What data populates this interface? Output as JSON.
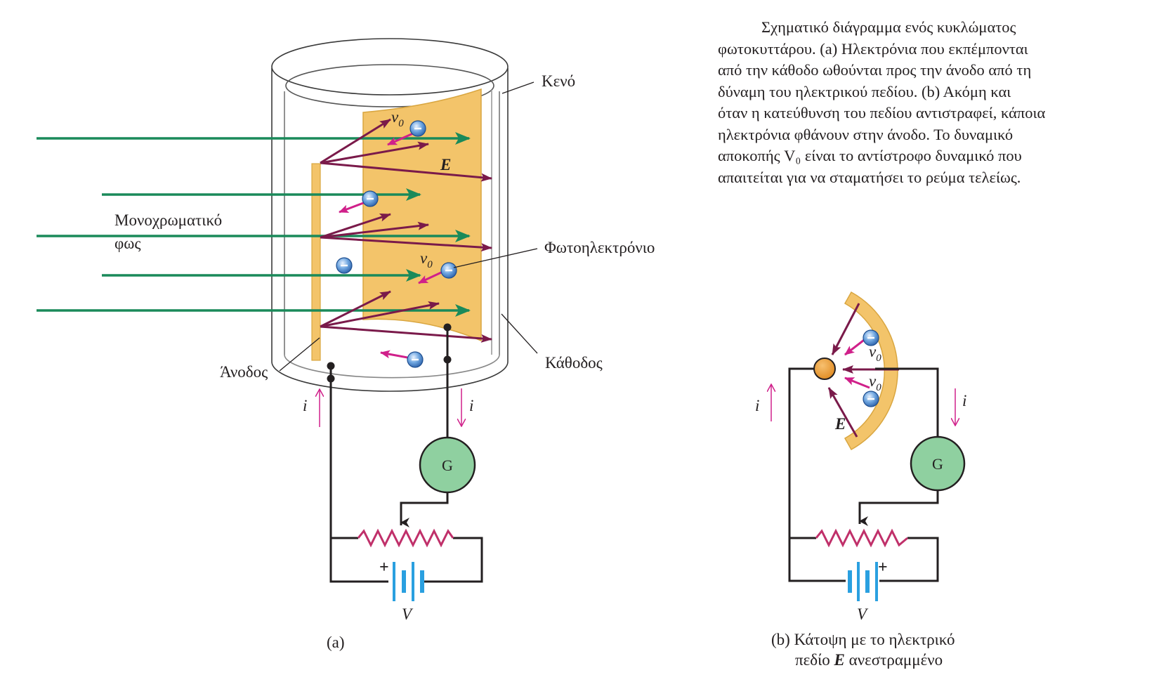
{
  "caption": {
    "lines": [
      "Σχηματικό διάγραμμα ενός κυκλώματος",
      "φωτοκυττάρου.   (a) Ηλεκτρόνια που εκπέμπονται",
      "από την κάθοδο ωθούνται προς την άνοδο από τη",
      "δύναμη του ηλεκτρικού πεδίου.   (b) Ακόμη και",
      "όταν η κατεύθυνση του πεδίου αντιστραφεί, κάποια",
      "ηλεκτρόνια φθάνουν στην άνοδο. Το δυναμικό",
      "αποκοπής V₀ είναι το αντίστροφο δυναμικό που",
      "απαιτείται για να σταματήσει το ρεύμα τελείως."
    ]
  },
  "panel_a": {
    "vacuum_label": "Κενό",
    "light_label_line1": "Μονοχρωματικό",
    "light_label_line2": "φως",
    "photoelectron_label": "Φωτοηλεκτρόνιο",
    "cathode_label": "Κάθοδος",
    "anode_label": "Άνοδος",
    "field_label": "E",
    "velocity_label": "v",
    "velocity_subscript": "0",
    "current_label": "i",
    "galvanometer_label": "G",
    "voltage_label": "V",
    "plus_sign": "+",
    "panel_label": "(a)"
  },
  "panel_b": {
    "field_label": "E",
    "velocity_label": "v",
    "velocity_subscript": "0",
    "current_label": "i",
    "galvanometer_label": "G",
    "voltage_label": "V",
    "plus_sign": "+",
    "caption_line1": "(b) Κάτοψη με το ηλεκτρικό",
    "caption_line2_prefix": "πεδίο ",
    "caption_line2_field": "E",
    "caption_line2_suffix": " ανεστραμμένο"
  },
  "colors": {
    "light_beam": "#1a8a5a",
    "field_arrow": "#7a1a4a",
    "electron_path": "#d0208a",
    "electrode": "#f3c46a",
    "galvanometer": "#8fd0a0",
    "battery": "#2aa0e0",
    "resistor": "#c0306a",
    "electron": "#3a7fd0"
  }
}
